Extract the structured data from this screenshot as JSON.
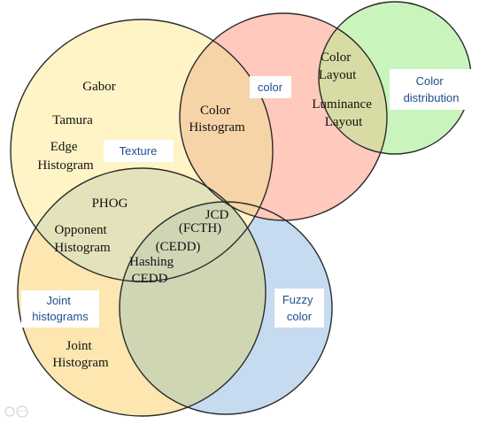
{
  "colors": {
    "texture": "#fff4c6",
    "color": "#ffc9bd",
    "color_distribution": "#c9f5bd",
    "joint": "#fde6b0",
    "fuzzy": "#c6dbf0",
    "texture_color": "#f7d4a8",
    "color_colordist": "#d8dba4",
    "texture_joint": "#e3e2ba",
    "triple": "#cfd6b4",
    "stroke": "#2b2b2b",
    "label_text": "#1f4e8c"
  },
  "sets": {
    "texture": "Texture",
    "color": "color",
    "color_distribution": [
      "Color",
      "distribution"
    ],
    "joint_histograms": [
      "Joint",
      "histograms"
    ],
    "fuzzy_color": [
      "Fuzzy",
      "color"
    ]
  },
  "items": {
    "gabor": "Gabor",
    "tamura": "Tamura",
    "edge_histogram": [
      "Edge",
      "Histogram"
    ],
    "color_histogram": [
      "Color",
      "Histogram"
    ],
    "color_layout": [
      "Color",
      "Layout"
    ],
    "luminance_layout": [
      "Luminance",
      "Layout"
    ],
    "phog": "PHOG",
    "opponent_histogram": [
      "Opponent",
      "Histogram"
    ],
    "jcd": "JCD",
    "fcth": "(FCTH)",
    "cedd_paren": "(CEDD)",
    "hashing_cedd": [
      "Hashing",
      "CEDD"
    ],
    "joint_histogram": [
      "Joint",
      "Histogram"
    ]
  }
}
